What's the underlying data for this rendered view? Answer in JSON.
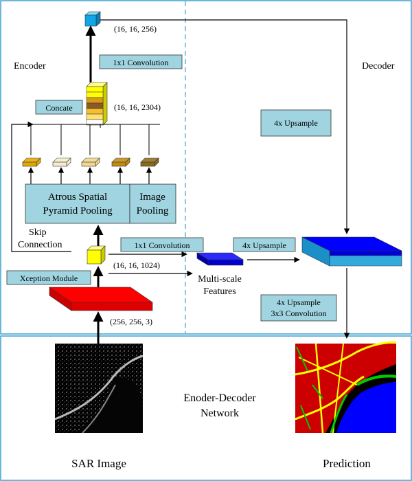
{
  "sections": {
    "encoder": "Encoder",
    "decoder": "Decoder",
    "network": [
      "Enoder-Decoder",
      "Network"
    ]
  },
  "boxes": {
    "conv1x1_top": "1x1 Convolution",
    "concate": "Concate",
    "upsample_4x_right": "4x Upsample",
    "aspp": [
      "Atrous  Spatial",
      "Pyramid Pooling"
    ],
    "image_pooling": [
      "Image",
      "Pooling"
    ],
    "conv1x1_mid": "1x1 Convolution",
    "upsample_4x_mid": "4x Upsample",
    "xception": "Xception Module",
    "upsample_conv": [
      "4x Upsample",
      "3x3 Convolution"
    ]
  },
  "labels": {
    "shape_top": "(16, 16, 256)",
    "shape_concat": "(16, 16, 2304)",
    "shape_mid": "(16, 16, 1024)",
    "shape_input": "(256, 256, 3)",
    "skip": [
      "Skip",
      "Connection"
    ],
    "multiscale": [
      "Multi-scale",
      "Features"
    ],
    "sar": "SAR Image",
    "prediction": "Prediction"
  },
  "colors": {
    "panel_border": "#3a9fd0",
    "box_fill": "#9fd4e0",
    "box_stroke": "#333333",
    "input_block": "#ff0000",
    "feature_yellow": "#ffff00",
    "feature_blue": "#0000ff",
    "decoder_top": "#0000ff",
    "decoder_side": "#33aadd",
    "pool_colors": [
      "#e0a800",
      "#f5ecd0",
      "#f2d68a",
      "#c08a10",
      "#8a6a1a"
    ],
    "concat_colors": [
      "#ffff00",
      "#ffff00",
      "#d89a1a",
      "#8a5a20",
      "#f2c030",
      "#ffe070",
      "#ffffff"
    ]
  }
}
